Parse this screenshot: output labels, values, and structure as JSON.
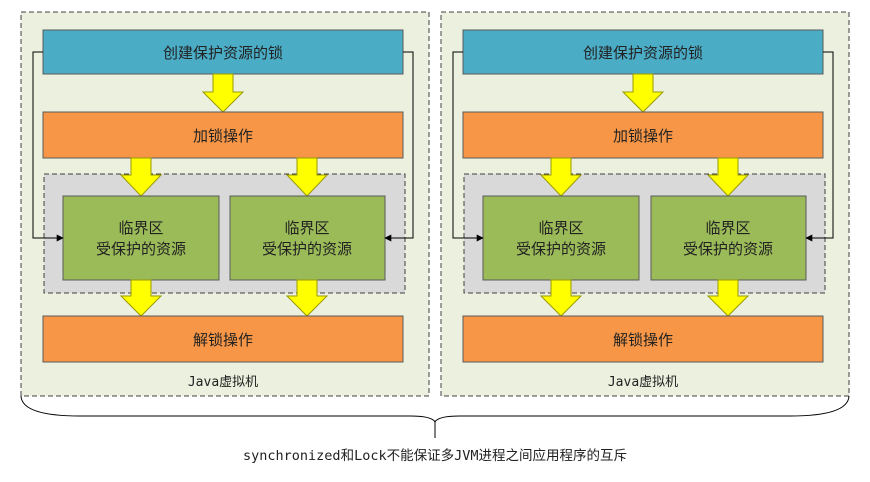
{
  "jvms": [
    {
      "create_lock": "创建保护资源的锁",
      "acquire_lock": "加锁操作",
      "critical_sections": [
        {
          "line1": "临界区",
          "line2": "受保护的资源"
        },
        {
          "line1": "临界区",
          "line2": "受保护的资源"
        }
      ],
      "release_lock": "解锁操作",
      "jvm_label": "Java虚拟机"
    },
    {
      "create_lock": "创建保护资源的锁",
      "acquire_lock": "加锁操作",
      "critical_sections": [
        {
          "line1": "临界区",
          "line2": "受保护的资源"
        },
        {
          "line1": "临界区",
          "line2": "受保护的资源"
        }
      ],
      "release_lock": "解锁操作",
      "jvm_label": "Java虚拟机"
    }
  ],
  "caption": "synchronized和Lock不能保证多JVM进程之间应用程序的互斥",
  "colors": {
    "jvm_bg": "#ebf1de",
    "create_box": "#4bacc6",
    "lock_box": "#f79646",
    "critical_box": "#9bbb59",
    "critical_region": "#d9d9d9",
    "arrow_fill": "#ffff00",
    "arrow_stroke": "#9a9a00"
  }
}
